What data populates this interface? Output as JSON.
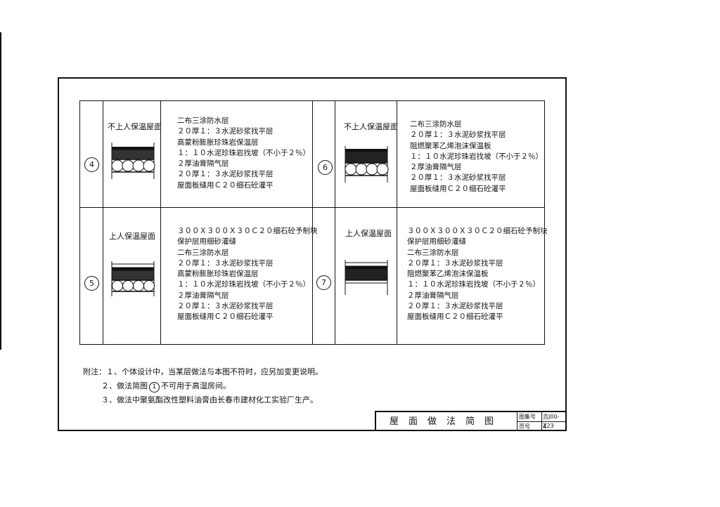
{
  "cells": [
    {
      "number": "4",
      "title": "不上人保温屋面",
      "lines": [
        "二布三涂防水层",
        "２０厚１：３水泥砂浆找平层",
        "高蒙粉膨胀珍珠岩保温层",
        "１：１０水泥珍珠岩找坡（不小于２％）",
        "２厚油膏隔气层",
        "２０厚１：３水泥砂浆找平层",
        "屋面板缝用Ｃ２０细石砼灌平"
      ]
    },
    {
      "number": "6",
      "title": "不上人保温屋面",
      "lines": [
        "二布三涂防水层",
        "２０厚１：３水泥砂浆找平层",
        "阻燃聚苯乙烯泡沫保温板",
        "１：１０水泥珍珠岩找坡（不小于２％）",
        "２厚油膏隔气层",
        "２０厚１：３水泥砂浆找平层",
        "屋面板缝用Ｃ２０细石砼灌平"
      ]
    },
    {
      "number": "5",
      "title": "上人保温屋面",
      "lines": [
        "３００Ｘ３００Ｘ３０Ｃ２０细石砼予制块",
        "保护层用细砂灌缝",
        "二布三涂防水层",
        "２０厚１：３水泥砂浆找平层",
        "高蒙粉膨胀珍珠岩保温层",
        "１：１０水泥珍珠岩找坡（不小于２％）",
        "２厚油膏隔气层",
        "２０厚１：３水泥砂浆找平层",
        "屋面板缝用Ｃ２０细石砼灌平"
      ]
    },
    {
      "number": "7",
      "title": "上人保温屋面",
      "lines": [
        "３００Ｘ３００Ｘ３０Ｃ２０细石砼予制块",
        "保护层用细砂灌缝",
        "二布三涂防水层",
        "２０厚１：３水泥砂浆找平层",
        "阻燃聚苯乙烯泡沫保温板",
        "１：１０水泥珍珠岩找坡（不小于２％）",
        "２厚油膏隔气层",
        "２０厚１：３水泥砂浆找平层",
        "屋面板缝用Ｃ２０细石砼灌平"
      ]
    }
  ],
  "notes": {
    "note1": "附注：１、个体设计中，当某层做法与本图不符时，应另加变更说明。",
    "note2_pre": "２、做法简图",
    "note2_num": "1",
    "note2_post": "不可用于高湿房间。",
    "note3": "３、做法中聚氨酯改性塑料油膏由长春市建材化工实验厂生产。"
  },
  "titleblock": {
    "title": "屋面做法简图",
    "atlas_label": "图集号",
    "atlas_value": "吉J00-Z23",
    "page_label": "页号",
    "page_value": "4"
  }
}
